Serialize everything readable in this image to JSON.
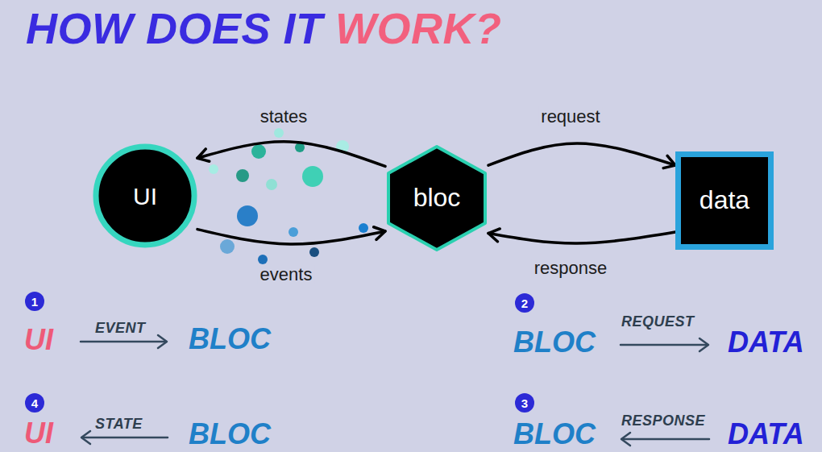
{
  "diagram": {
    "title": "HOW DOES IT WORK?",
    "nodes": [
      {
        "text": [
          "UI"
        ]
      },
      {
        "text": [
          "bloc"
        ]
      },
      {
        "text": [
          "data"
        ]
      }
    ],
    "edges": [
      {
        "from": 1,
        "to": 0,
        "label": "states",
        "arrow": "to"
      },
      {
        "from": 0,
        "to": 1,
        "label": "events",
        "arrow": "to"
      },
      {
        "from": 1,
        "to": 2,
        "label": "request",
        "arrow": "to"
      },
      {
        "from": 2,
        "to": 1,
        "label": "response",
        "arrow": "to"
      }
    ],
    "labels": [
      "1",
      "UI",
      "EVENT",
      "BLOC",
      "2",
      "BLOC",
      "REQUEST",
      "DATA",
      "4",
      "UI",
      "STATE",
      "BLOC",
      "3",
      "BLOC",
      "RESPONSE",
      "DATA"
    ]
  }
}
